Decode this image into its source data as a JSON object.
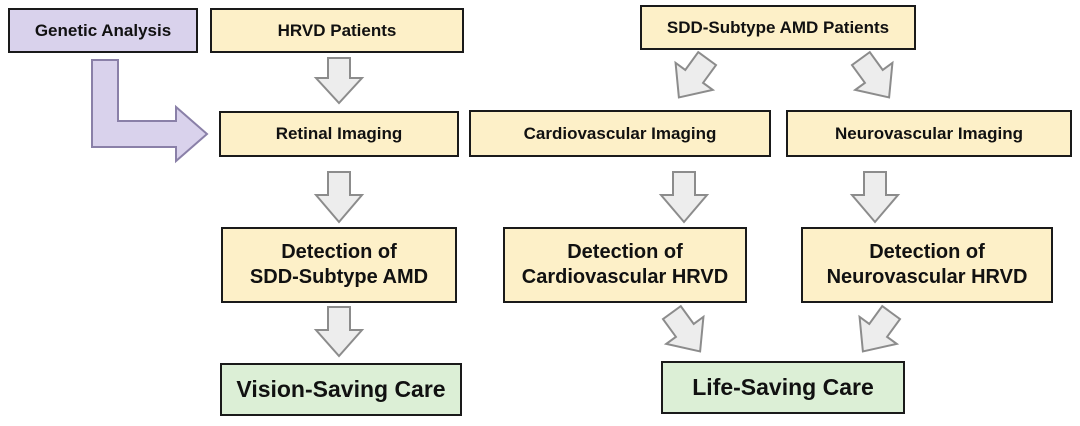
{
  "boxes": {
    "genetic_analysis": "Genetic Analysis",
    "hrvd_patients": "HRVD Patients",
    "sdd_patients": "SDD-Subtype AMD Patients",
    "retinal_imaging": "Retinal Imaging",
    "cardio_imaging": "Cardiovascular Imaging",
    "neuro_imaging": "Neurovascular Imaging",
    "detect_sdd_line1": "Detection of",
    "detect_sdd_line2": "SDD-Subtype AMD",
    "detect_cardio_line1": "Detection of",
    "detect_cardio_line2": "Cardiovascular HRVD",
    "detect_neuro_line1": "Detection of",
    "detect_neuro_line2": "Neurovascular HRVD",
    "vision_care": "Vision-Saving Care",
    "life_care": "Life-Saving Care"
  },
  "colors": {
    "process_fill": "#fdf0c8",
    "genetic_fill": "#d9d2ec",
    "outcome_fill": "#dcefd6",
    "arrow_fill": "#ededed",
    "arrow_stroke": "#8c8c8c",
    "genetic_arrow_fill": "#d9d2ec",
    "genetic_arrow_stroke": "#8a80a8"
  }
}
